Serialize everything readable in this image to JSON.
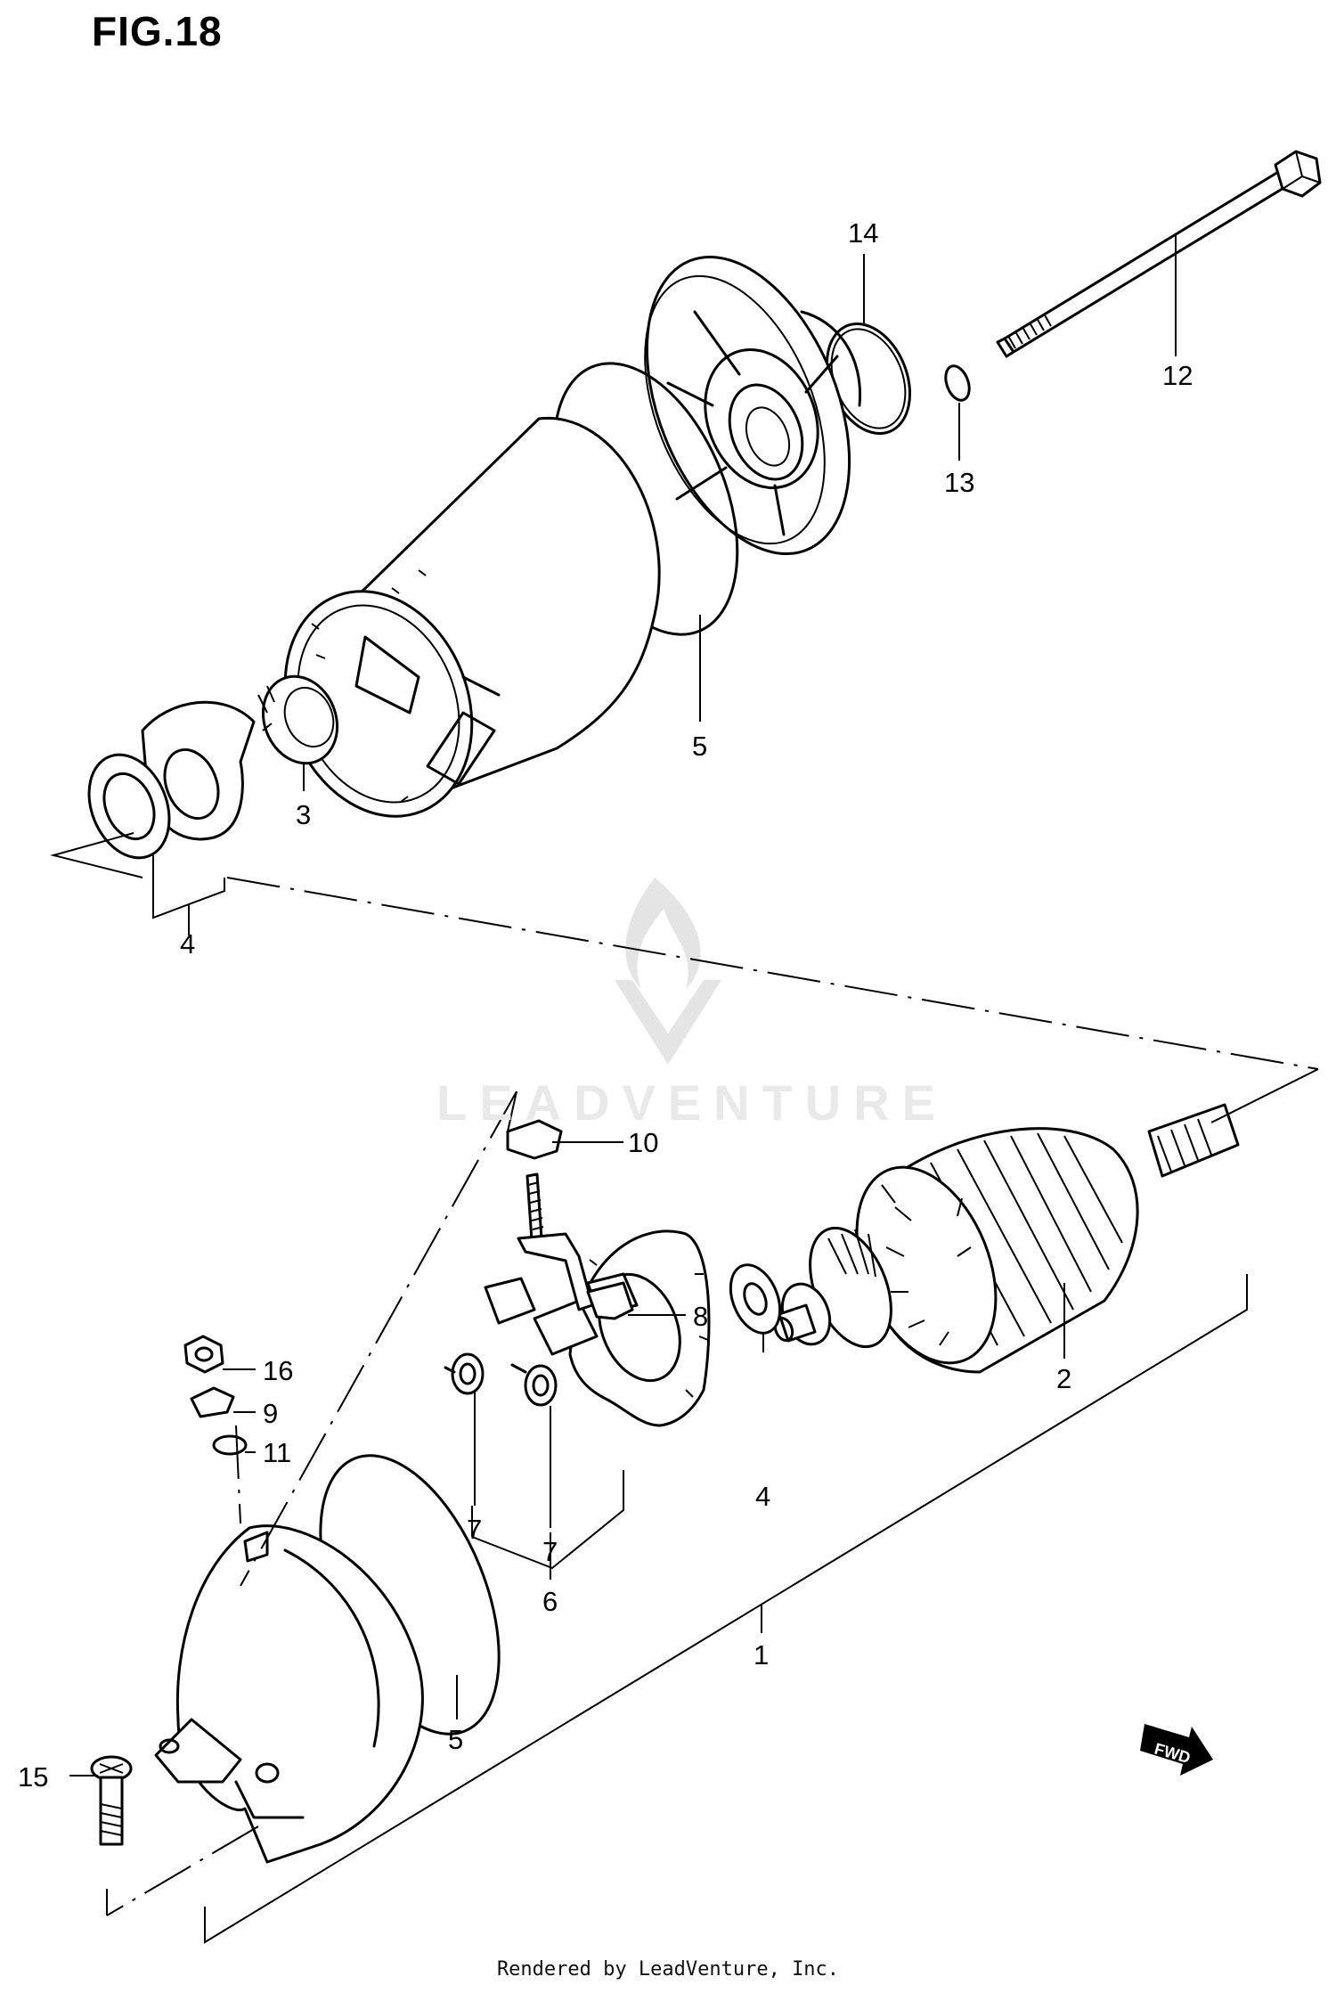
{
  "figure": {
    "title": "FIG.18",
    "watermark": "LEADVENTURE",
    "footer": "Rendered by LeadVenture, Inc."
  },
  "callouts": [
    {
      "id": "c14",
      "label": "14"
    },
    {
      "id": "c12",
      "label": "12"
    },
    {
      "id": "c13",
      "label": "13"
    },
    {
      "id": "c5a",
      "label": "5"
    },
    {
      "id": "c3",
      "label": "3"
    },
    {
      "id": "c4a",
      "label": "4"
    },
    {
      "id": "c10",
      "label": "10"
    },
    {
      "id": "c8",
      "label": "8"
    },
    {
      "id": "c16",
      "label": "16"
    },
    {
      "id": "c9",
      "label": "9"
    },
    {
      "id": "c11",
      "label": "11"
    },
    {
      "id": "c2",
      "label": "2"
    },
    {
      "id": "c4b",
      "label": "4"
    },
    {
      "id": "c7a",
      "label": "7"
    },
    {
      "id": "c7b",
      "label": "7"
    },
    {
      "id": "c6",
      "label": "6"
    },
    {
      "id": "c1",
      "label": "1"
    },
    {
      "id": "c5b",
      "label": "5"
    },
    {
      "id": "c15",
      "label": "15"
    }
  ],
  "fwd_badge": "FWD"
}
